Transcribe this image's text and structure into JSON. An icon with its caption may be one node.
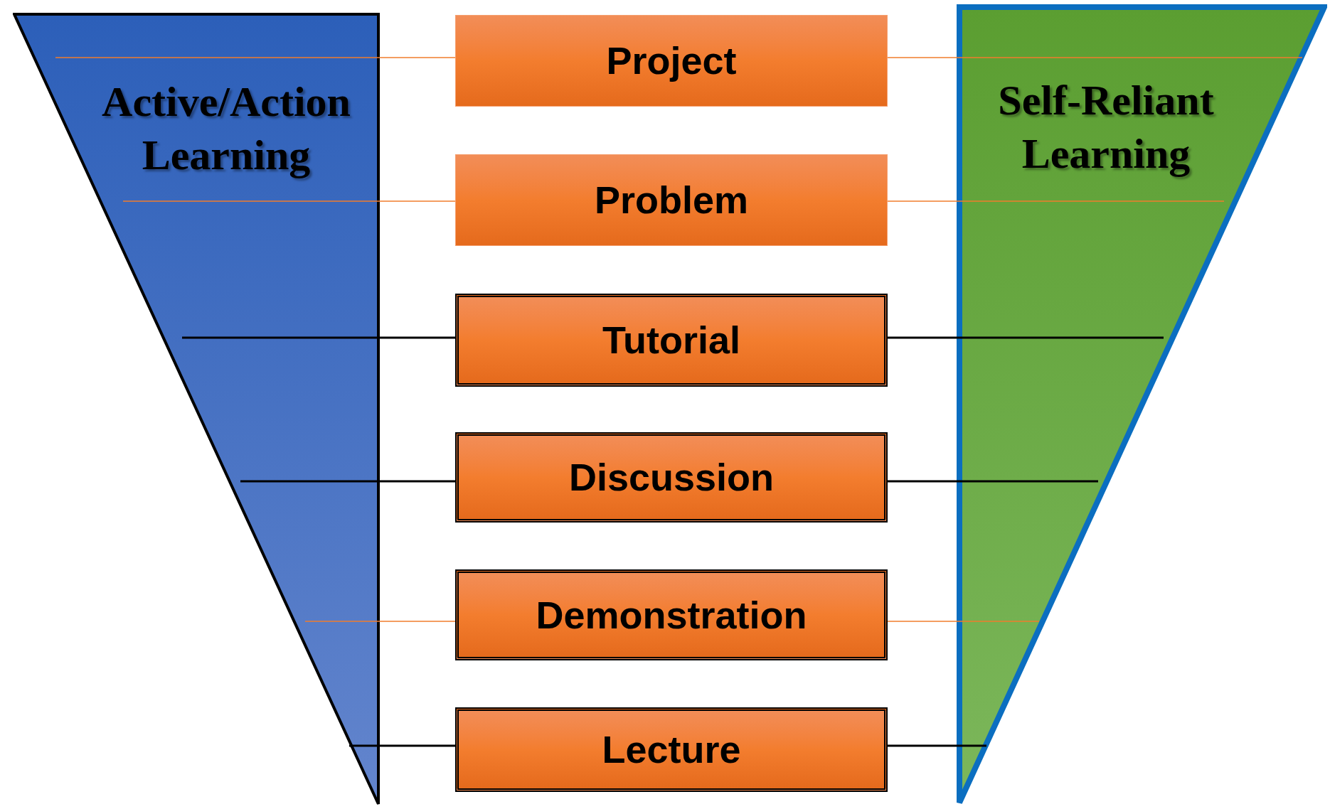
{
  "diagram": {
    "nodes": [
      {
        "text": [
          "Active/Action Learning"
        ]
      },
      {
        "text": [
          "Self-Reliant Learning"
        ]
      },
      {
        "text": [
          "Project"
        ]
      },
      {
        "text": [
          "Problem"
        ]
      },
      {
        "text": [
          "Tutorial"
        ]
      },
      {
        "text": [
          "Discussion"
        ]
      },
      {
        "text": [
          "Demonstration"
        ]
      },
      {
        "text": [
          "Lecture"
        ]
      }
    ],
    "edges": [
      {
        "from": 2,
        "to": 0,
        "arrow": "none"
      },
      {
        "from": 2,
        "to": 1,
        "arrow": "none"
      },
      {
        "from": 3,
        "to": 0,
        "arrow": "none"
      },
      {
        "from": 3,
        "to": 1,
        "arrow": "none"
      },
      {
        "from": 4,
        "to": 0,
        "arrow": "none",
        "color": "#000000"
      },
      {
        "from": 4,
        "to": 1,
        "arrow": "none",
        "color": "#000000"
      },
      {
        "from": 5,
        "to": 0,
        "arrow": "none",
        "color": "#000000"
      },
      {
        "from": 5,
        "to": 1,
        "arrow": "none",
        "color": "#000000"
      },
      {
        "from": 6,
        "to": 0,
        "arrow": "none"
      },
      {
        "from": 6,
        "to": 1,
        "arrow": "none"
      },
      {
        "from": 7,
        "to": 0,
        "arrow": "none",
        "color": "#000000"
      },
      {
        "from": 7,
        "to": 1,
        "arrow": "none",
        "color": "#000000"
      }
    ]
  }
}
